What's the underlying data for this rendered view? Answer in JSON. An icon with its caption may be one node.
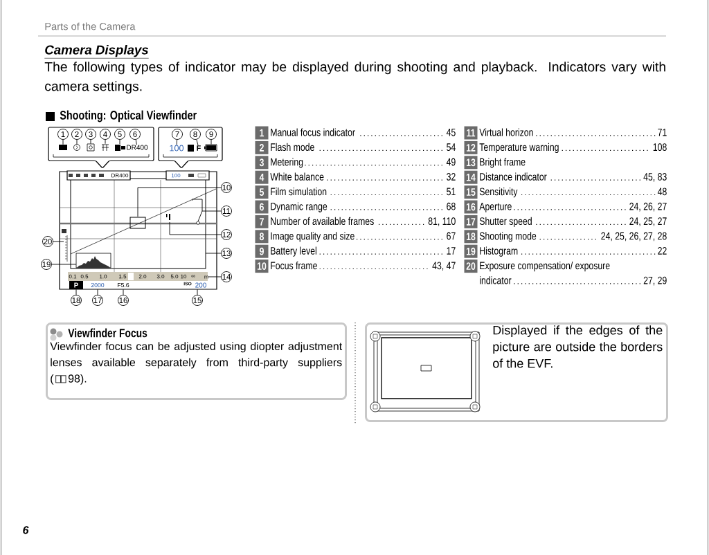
{
  "diagram": {
    "title": "Camera Displays",
    "nodes": [
      {
        "text": [],
        "shape": "box"
      },
      {
        "text": [],
        "shape": "box"
      },
      {
        "text": [
          "1"
        ],
        "in": 0
      },
      {
        "text": [
          "2"
        ],
        "in": 0
      },
      {
        "text": [
          "3"
        ],
        "in": 0
      },
      {
        "text": [
          "4"
        ],
        "in": 0
      },
      {
        "text": [
          "5"
        ],
        "in": 0
      },
      {
        "text": [
          "6"
        ],
        "in": 0
      },
      {
        "text": [
          "7"
        ],
        "in": 1
      },
      {
        "text": [
          "8"
        ],
        "in": 1
      },
      {
        "text": [
          "9"
        ],
        "in": 1
      },
      {
        "text": [
          "10"
        ]
      },
      {
        "text": [
          "11"
        ]
      },
      {
        "text": [
          "12"
        ]
      },
      {
        "text": [
          "13"
        ]
      },
      {
        "text": [
          "14"
        ]
      },
      {
        "text": [
          "15"
        ]
      },
      {
        "text": [
          "16"
        ]
      },
      {
        "text": [
          "17"
        ]
      },
      {
        "text": [
          "18"
        ]
      },
      {
        "text": [
          "19"
        ]
      },
      {
        "text": [
          "20"
        ]
      },
      {
        "text": [
          "1"
        ],
        "beside": [
          "Manual focus indicator"
        ]
      },
      {
        "text": [
          "2"
        ],
        "beside": [
          "Flash mode"
        ]
      },
      {
        "text": [
          "3"
        ],
        "beside": [
          "Metering"
        ]
      },
      {
        "text": [
          "4"
        ],
        "beside": [
          "White balance"
        ]
      },
      {
        "text": [
          "5"
        ],
        "beside": [
          "Film simulation"
        ]
      },
      {
        "text": [
          "6"
        ],
        "beside": [
          "Dynamic range"
        ]
      },
      {
        "text": [
          "7"
        ],
        "beside": [
          "Number of available frames"
        ]
      },
      {
        "text": [
          "8"
        ],
        "beside": [
          "Image quality and size"
        ]
      },
      {
        "text": [
          "9"
        ],
        "beside": [
          "Battery level"
        ]
      },
      {
        "text": [
          "10"
        ],
        "beside": [
          "Focus frame"
        ]
      },
      {
        "text": [
          "11"
        ],
        "beside": [
          "Virtual horizon"
        ]
      },
      {
        "text": [
          "12"
        ],
        "beside": [
          "Temperature warning"
        ]
      },
      {
        "text": [
          "13"
        ],
        "beside": [
          "Bright frame"
        ]
      },
      {
        "text": [
          "14"
        ],
        "beside": [
          "Distance indicator"
        ]
      },
      {
        "text": [
          "15"
        ],
        "beside": [
          "Sensitivity"
        ]
      },
      {
        "text": [
          "16"
        ],
        "beside": [
          "Aperture"
        ]
      },
      {
        "text": [
          "17"
        ],
        "beside": [
          "Shutter speed"
        ]
      },
      {
        "text": [
          "18"
        ],
        "beside": [
          "Shooting mode"
        ]
      },
      {
        "text": [
          "19"
        ],
        "beside": [
          "Histogram"
        ]
      },
      {
        "text": [
          "20"
        ],
        "beside": [
          "Exposure compensation/ exposure indicator"
        ]
      },
      {
        "text": [
          "Viewfinder Focus",
          "Viewfinder focus can be adjusted using diopter adjustment lenses available separately from third-party suppliers (",
          "98)."
        ]
      },
      {
        "text": [
          "Displayed if the edges of the picture are outside the borders of the EVF."
        ]
      },
      {
        "text": [],
        "shape": "box",
        "in": 0
      },
      {
        "text": [],
        "shape": "circle",
        "in": 0
      },
      {
        "text": [],
        "shape": "picture",
        "in": 0
      },
      {
        "text": [],
        "shape": "picture",
        "in": 0
      },
      {
        "text": [],
        "shape": "box",
        "in": 0
      },
      {
        "text": [
          "DR400"
        ],
        "in": 0
      },
      {
        "text": [
          "100"
        ],
        "in": 1
      },
      {
        "text": [
          "F"
        ],
        "in": 1
      },
      {
        "text": [],
        "shape": "picture",
        "in": 1
      },
      {
        "text": [],
        "shape": "picture"
      }
    ],
    "edges": [
      {
        "from": 2,
        "to": 44,
        "arrow": "none"
      },
      {
        "from": 3,
        "to": 45,
        "arrow": "none"
      },
      {
        "from": 4,
        "to": 46,
        "arrow": "none"
      },
      {
        "from": 5,
        "to": 47,
        "arrow": "none"
      },
      {
        "from": 6,
        "to": 48,
        "arrow": "none"
      },
      {
        "from": 7,
        "to": 49,
        "arrow": "none"
      },
      {
        "from": 8,
        "to": 50,
        "arrow": "none"
      },
      {
        "from": 9,
        "to": 51,
        "arrow": "none"
      },
      {
        "from": 10,
        "to": 52,
        "arrow": "none"
      },
      {
        "from": 11,
        "to": 53,
        "arrow": "none"
      },
      {
        "from": 12,
        "to": 53,
        "arrow": "none"
      },
      {
        "from": 13,
        "to": 53,
        "arrow": "none"
      },
      {
        "from": 14,
        "to": 53,
        "arrow": "none"
      },
      {
        "from": 15,
        "to": 53,
        "arrow": "none"
      },
      {
        "from": 16,
        "to": 53,
        "arrow": "none"
      },
      {
        "from": 17,
        "to": 53,
        "arrow": "none"
      },
      {
        "from": 18,
        "to": 53,
        "arrow": "none"
      },
      {
        "from": 19,
        "to": 53,
        "arrow": "none"
      },
      {
        "from": 20,
        "to": 53,
        "arrow": "none"
      },
      {
        "from": 21,
        "to": 53,
        "arrow": "none"
      }
    ],
    "labels": [
      "Parts of the Camera",
      "The following types of indicator may be displayed during shooting and playback.  Indicators vary with camera settings.",
      "Shooting: Optical Viewfinder",
      "DR400",
      "100",
      "0.1",
      "0.5",
      "1.0",
      "1.5",
      "2.0",
      "3.0",
      "5.0",
      "10",
      "∞",
      "m",
      "P",
      "2000",
      "F5.6",
      "ISO",
      "200",
      "45",
      "54",
      "49",
      "32",
      "51",
      "68",
      "81, 110",
      "67",
      "17",
      "43, 47",
      "71",
      "108",
      "45, 83",
      "48",
      "24, 26, 27",
      "24, 25, 27",
      "24, 25, 26, 27, 28",
      "22",
      "27, 29",
      "6"
    ]
  }
}
